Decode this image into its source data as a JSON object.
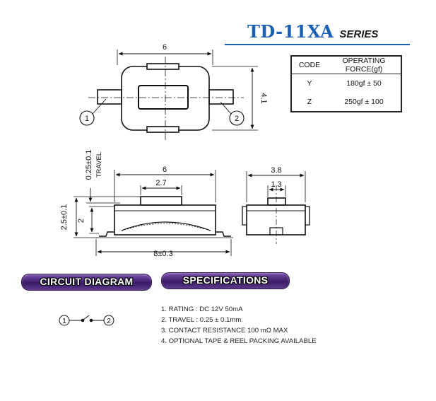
{
  "header": {
    "title": "TD-11XA",
    "subtitle": "SERIES"
  },
  "force_table": {
    "columns": [
      "CODE",
      "OPERATING FORCE(gf)"
    ],
    "rows": [
      {
        "code": "Y",
        "force": "180gf ± 50"
      },
      {
        "code": "Z",
        "force": "250gf ± 100"
      }
    ]
  },
  "drawing": {
    "top_view": {
      "width_label": "6",
      "height_label": "4.1",
      "terminal_1": "1",
      "terminal_2": "2"
    },
    "front_view": {
      "travel_label": "0.25±0.1",
      "travel_word": "TRAVEL",
      "width_label": "6",
      "actuator_label": "2.7",
      "height_label": "2.5±0.1",
      "body_height_label": "2",
      "total_width_label": "8±0.3"
    },
    "side_view": {
      "width_label": "3.8",
      "actuator_label": "1.3"
    }
  },
  "sections": {
    "circuit": "CIRCUIT DIAGRAM",
    "specs": "SPECIFICATIONS"
  },
  "circuit": {
    "terminal_1": "1",
    "terminal_2": "2"
  },
  "specifications": [
    "1. RATING : DC 12V 50mA",
    "2. TRAVEL : 0.25 ± 0.1mm",
    "3. CONTACT RESISTANCE 100 mΩ MAX",
    "4. OPTIONAL TAPE & REEL PACKING AVAILABLE"
  ]
}
